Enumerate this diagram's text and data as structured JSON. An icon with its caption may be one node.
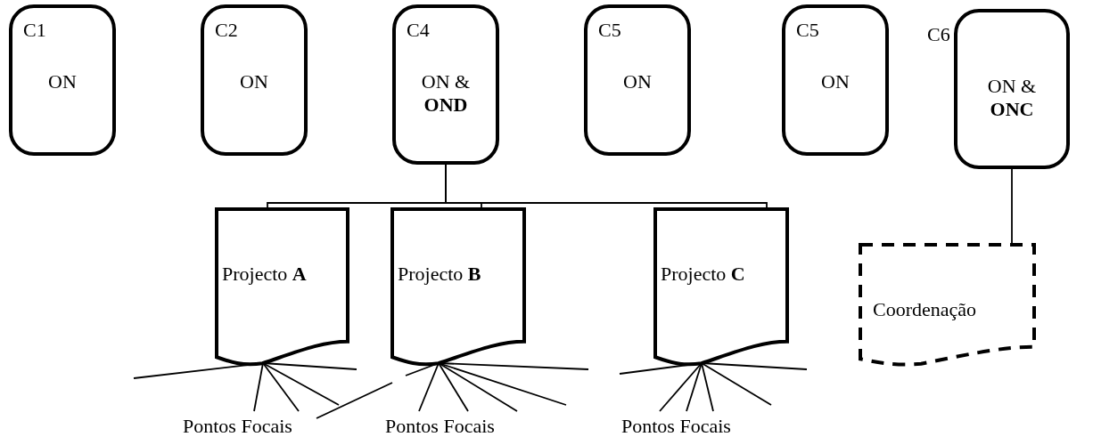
{
  "diagram": {
    "nodes": [
      {
        "text": [
          "C1",
          "ON"
        ]
      },
      {
        "text": [
          "C2",
          "ON"
        ]
      },
      {
        "text": [
          "C4",
          "ON & **OND**"
        ]
      },
      {
        "text": [
          "C5",
          "ON"
        ]
      },
      {
        "text": [
          "C5",
          "ON"
        ]
      },
      {
        "text": [
          "C6",
          "ON & **ONC**"
        ]
      },
      {
        "text": [
          "Projecto **A**"
        ]
      },
      {
        "text": [
          "Projecto **B**"
        ]
      },
      {
        "text": [
          "Projecto **C**"
        ]
      },
      {
        "text": [
          "Coordenação"
        ]
      },
      {
        "text": [
          "Pontos Focais"
        ]
      },
      {
        "text": [
          "Pontos Focais"
        ]
      },
      {
        "text": [
          "Pontos Focais"
        ]
      }
    ],
    "edges": [
      {
        "from": 2,
        "to": 6,
        "arrow": "none"
      },
      {
        "from": 2,
        "to": 7,
        "arrow": "none"
      },
      {
        "from": 2,
        "to": 8,
        "arrow": "none"
      },
      {
        "from": 5,
        "to": 9,
        "arrow": "none"
      },
      {
        "from": 6,
        "to": null,
        "arrow": "none"
      },
      {
        "from": 6,
        "to": 10,
        "arrow": "none"
      },
      {
        "from": 6,
        "to": 10,
        "arrow": "none"
      },
      {
        "from": 6,
        "to": null,
        "arrow": "none"
      },
      {
        "from": 6,
        "to": null,
        "arrow": "none"
      },
      {
        "from": null,
        "to": 10,
        "arrow": "none"
      },
      {
        "from": 7,
        "to": null,
        "arrow": "none"
      },
      {
        "from": 7,
        "to": 11,
        "arrow": "none"
      },
      {
        "from": 7,
        "to": 11,
        "arrow": "none"
      },
      {
        "from": 7,
        "to": 11,
        "arrow": "none"
      },
      {
        "from": 7,
        "to": null,
        "arrow": "none"
      },
      {
        "from": 7,
        "to": null,
        "arrow": "none"
      },
      {
        "from": 8,
        "to": null,
        "arrow": "none"
      },
      {
        "from": 8,
        "to": 12,
        "arrow": "none"
      },
      {
        "from": 8,
        "to": 12,
        "arrow": "none"
      },
      {
        "from": 8,
        "to": 12,
        "arrow": "none"
      },
      {
        "from": 8,
        "to": null,
        "arrow": "none"
      },
      {
        "from": 8,
        "to": null,
        "arrow": "none"
      }
    ]
  }
}
